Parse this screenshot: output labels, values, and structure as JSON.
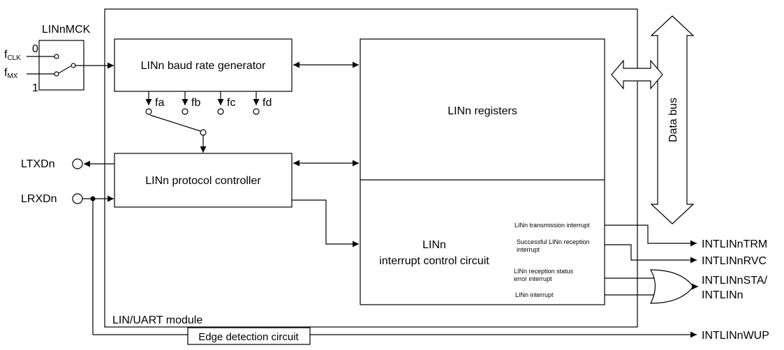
{
  "inputs": {
    "mux_label": "LINnMCK",
    "fclk_main": "f",
    "fclk_sub": "CLK",
    "fmx_main": "f",
    "fmx_sub": "MX",
    "sel0": "0",
    "sel1": "1"
  },
  "blocks": {
    "baud": "LINn baud rate generator",
    "protocol": "LINn protocol controller",
    "registers": "LINn registers",
    "intctl_line1": "LINn",
    "intctl_line2": "interrupt control circuit",
    "module": "LIN/UART module",
    "edge": "Edge detection circuit",
    "data_bus": "Data bus"
  },
  "clocks": [
    "fa",
    "fb",
    "fc",
    "fd"
  ],
  "pins": {
    "ltxd": "LTXDn",
    "lrxd": "LRXDn"
  },
  "interrupts": {
    "trm_internal": "LINn transmission interrupt",
    "rvc_internal_1": "Successful LINn reception",
    "rvc_internal_2": "interrupt",
    "sta_internal_1": "LINn reception status",
    "sta_internal_2": "error interrupt",
    "lin_internal": "LINn interrupt",
    "trm": "INTLINnTRM",
    "rvc": "INTLINnRVC",
    "sta_1": "INTLINnSTA/",
    "sta_2": "INTLINn",
    "wup": "INTLINnWUP"
  }
}
